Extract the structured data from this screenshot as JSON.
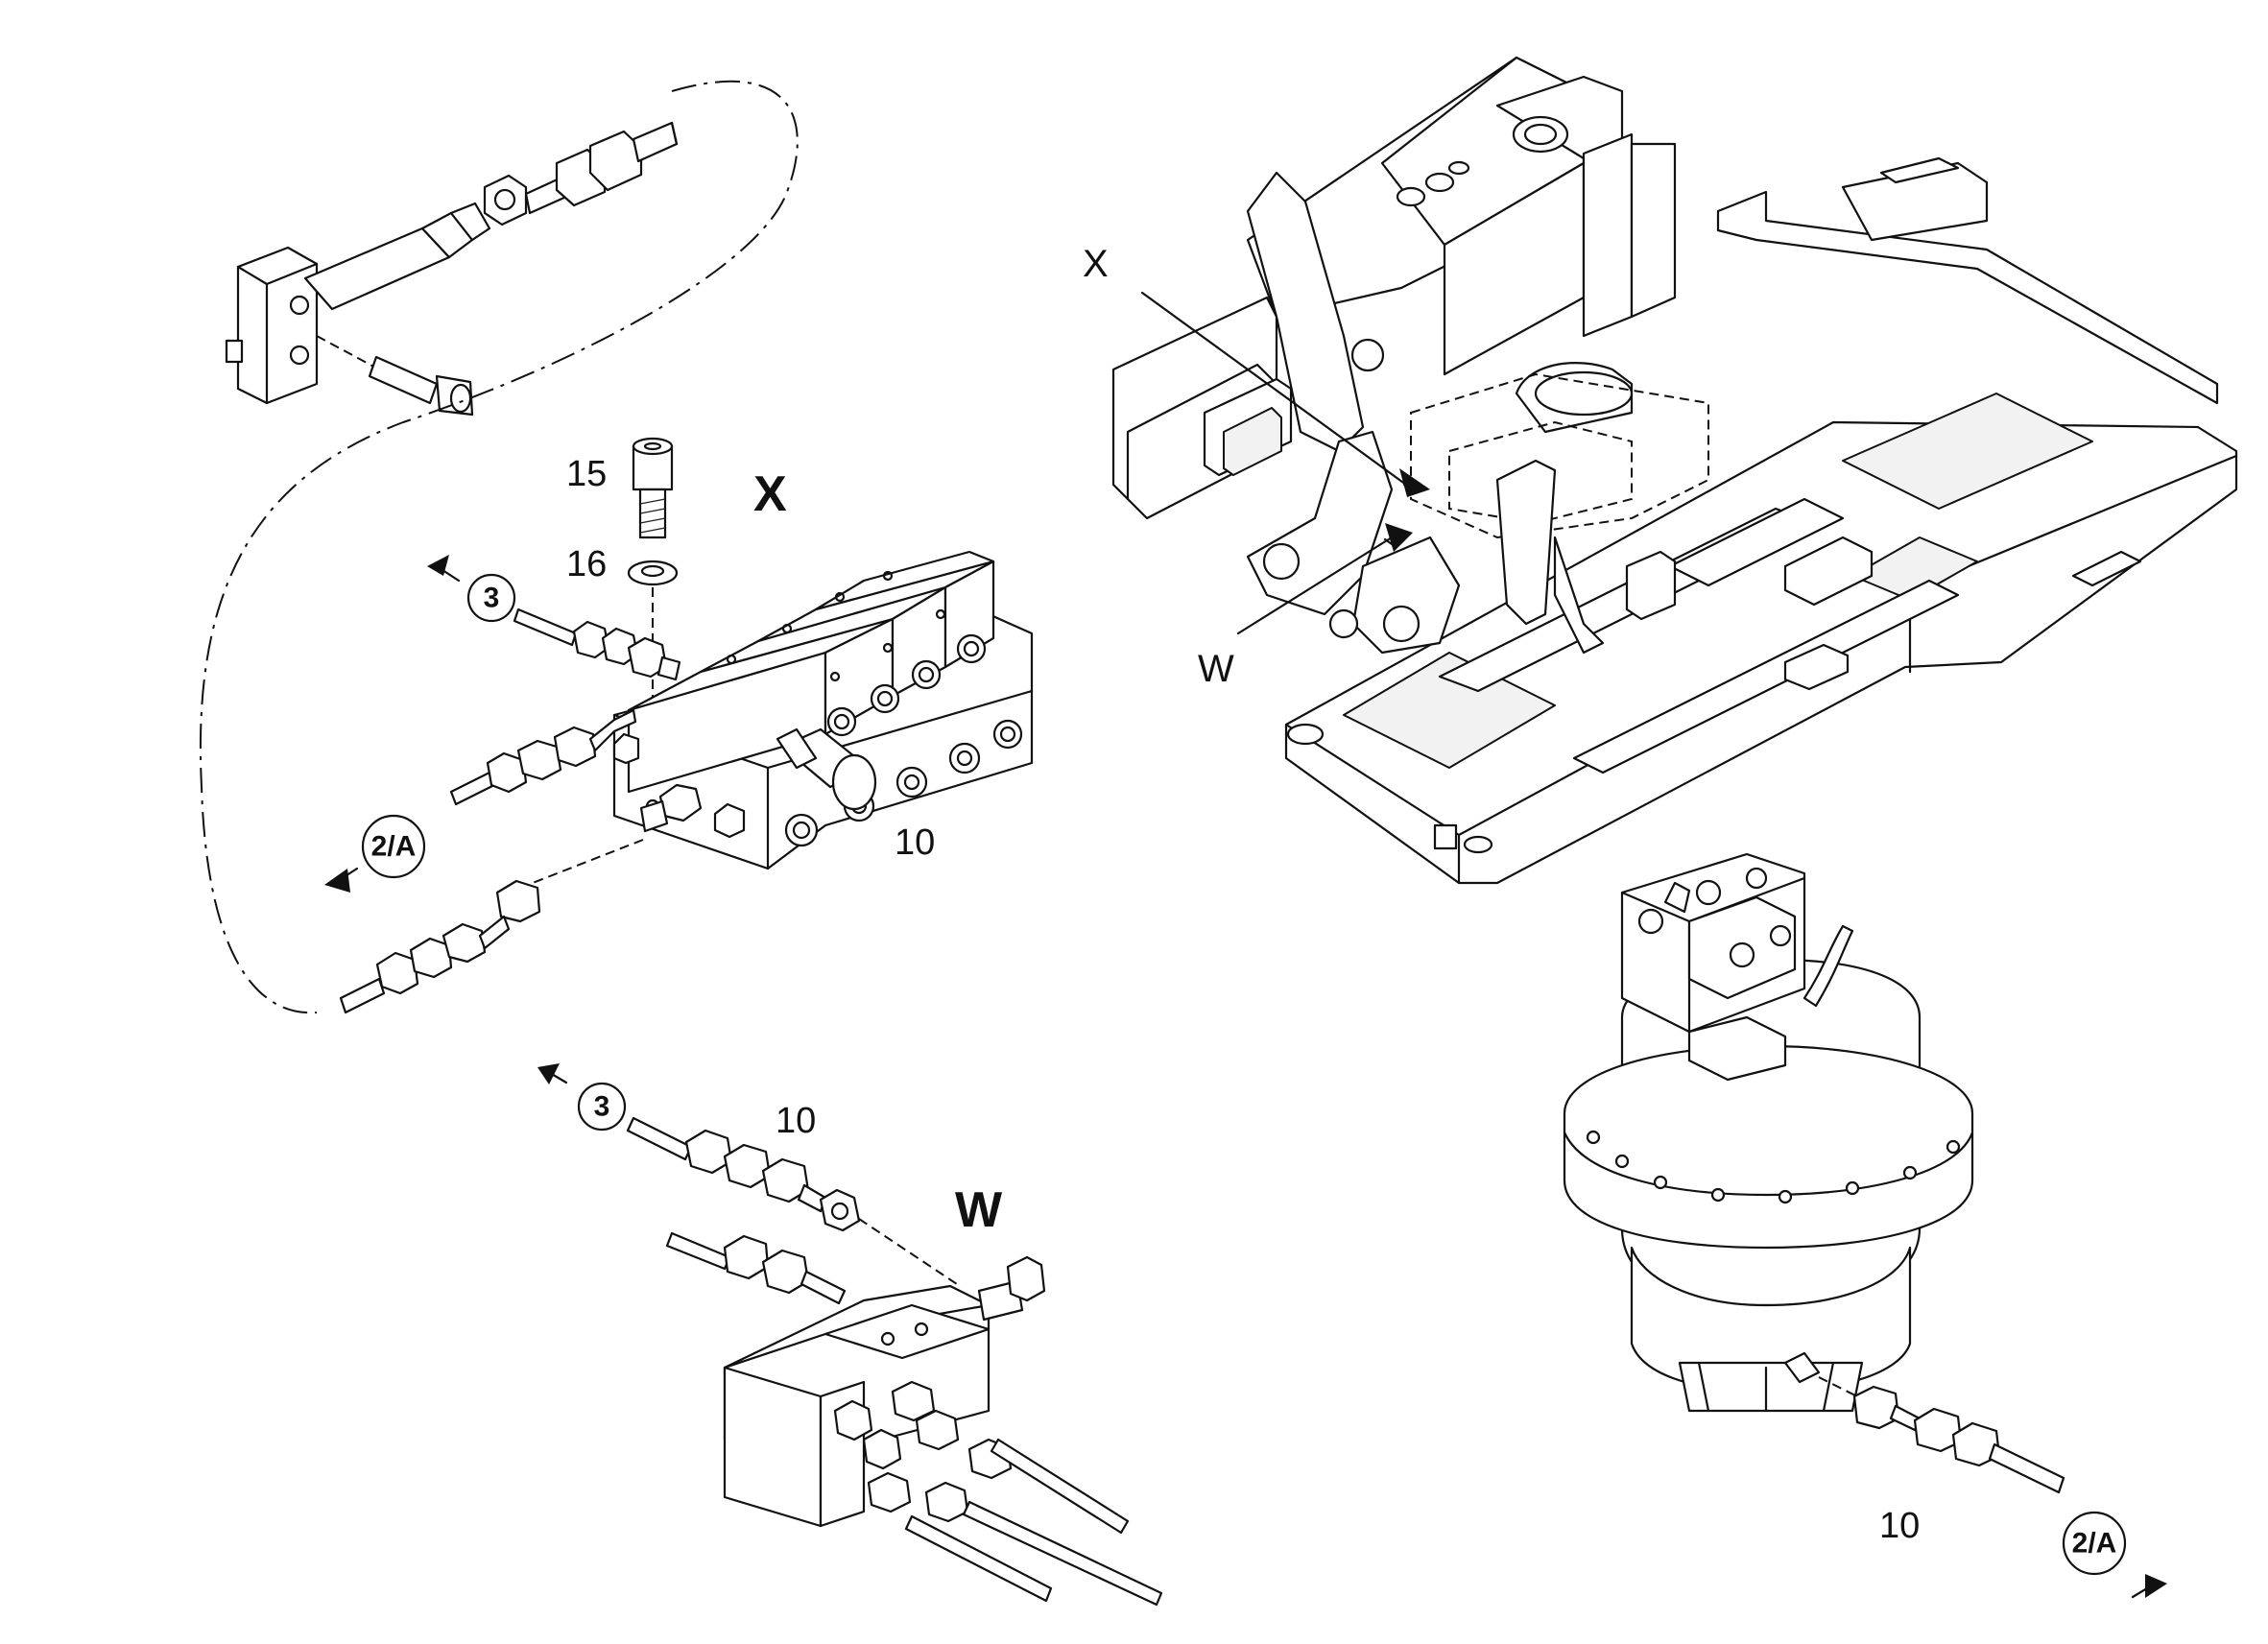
{
  "callouts": {
    "part_15": "15",
    "part_16": "16",
    "part_10_valve": "10",
    "part_10_w": "10",
    "part_10_motor": "10"
  },
  "views": {
    "x_detail": "X",
    "w_detail": "W",
    "x_pointer": "X",
    "w_pointer": "W"
  },
  "connections": {
    "conn_3_upper": "3",
    "conn_2a_upper": "2/A",
    "conn_3_lower": "3",
    "conn_2a_motor": "2/A"
  }
}
